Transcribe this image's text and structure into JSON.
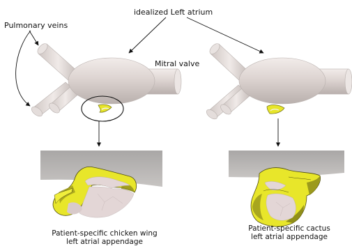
{
  "labels": {
    "title": "idealized Left atrium",
    "pulmonary_veins": "Pulmonary veins",
    "mitral_valve": "Mitral valve"
  },
  "captions": {
    "left_line1": "Patient-specific chicken wing",
    "left_line2": "left atrial appendage",
    "right_line1": "Patient-specific cactus",
    "right_line2": "left atrial appendage"
  },
  "colors": {
    "atrium": "#ddd5d2",
    "appendage_yellow": "#e8e62a",
    "appendage_dark": "#5c5a12",
    "tissue_pink": "#e3d6d6",
    "arrow": "#111111"
  }
}
